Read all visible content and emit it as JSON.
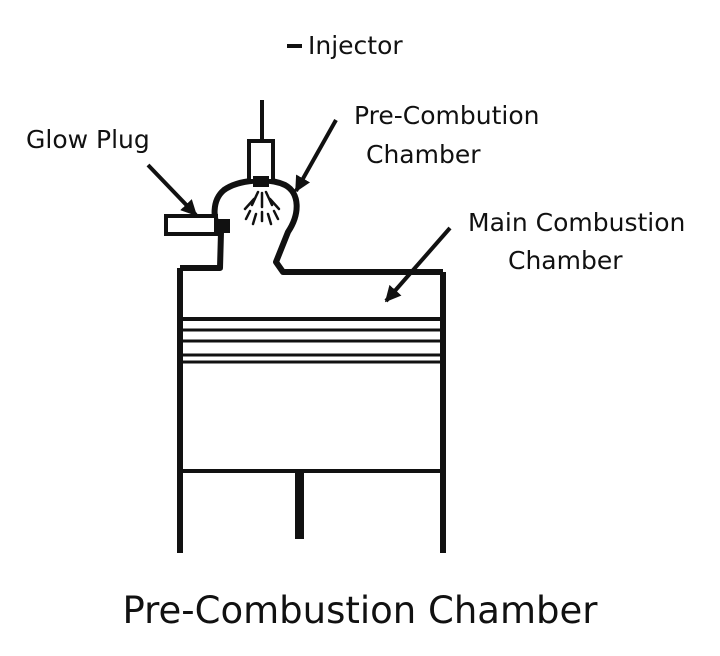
{
  "labels": {
    "injector": "Injector",
    "glow_plug": "Glow Plug",
    "pre_combustion_chamber": [
      "Pre-Combution",
      "Chamber"
    ],
    "main_combustion_chamber": [
      "Main Combustion",
      "Chamber"
    ]
  },
  "title": "Pre-Combustion Chamber",
  "colors": {
    "ink": "#111111",
    "background": "#ffffff"
  }
}
